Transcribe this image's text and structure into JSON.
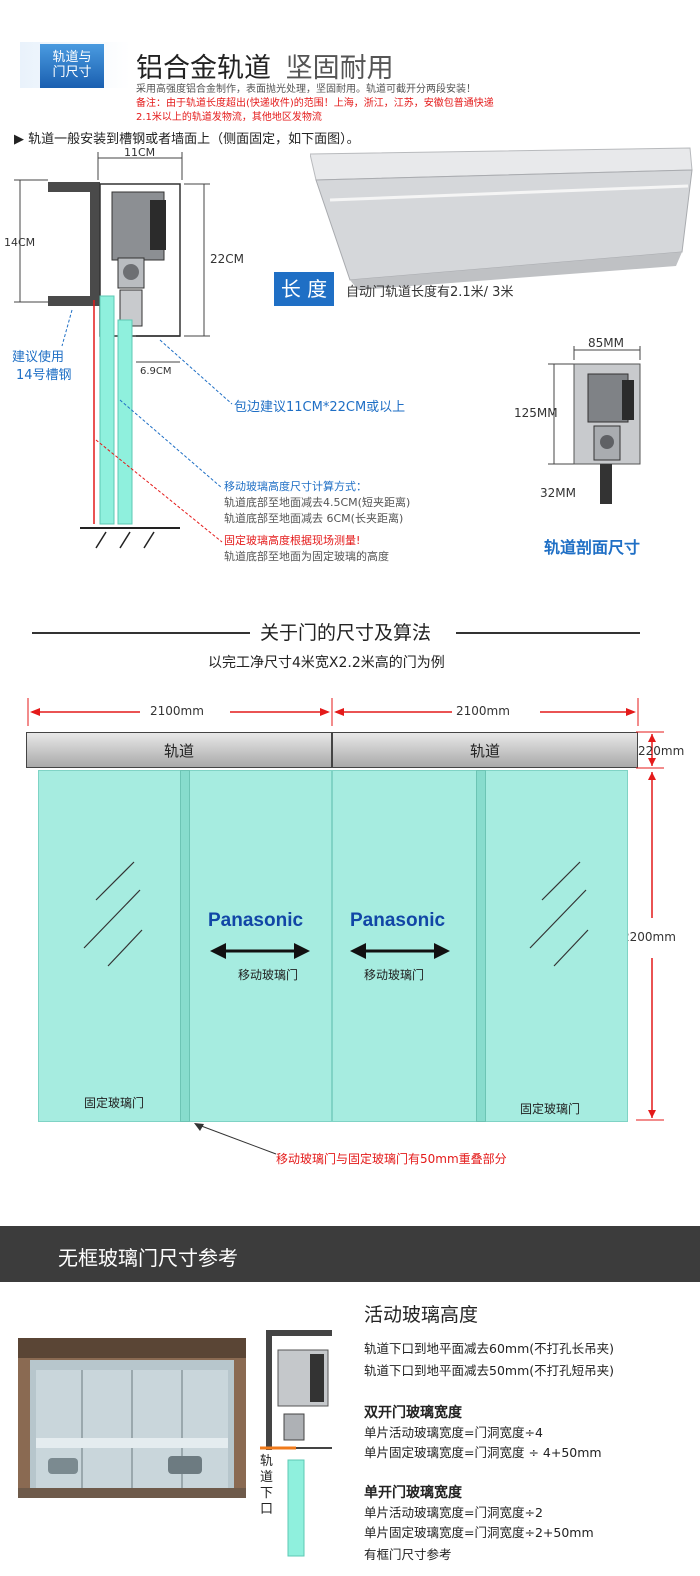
{
  "header": {
    "badge_line1": "轨道与",
    "badge_line2": "门尺寸",
    "title_main": "铝合金轨道",
    "title_sub": "坚固耐用",
    "desc1": "采用高强度铝合金制作，表面抛光处理，坚固耐用。轨道可截开分两段安装！",
    "note_line1": "备注：由于轨道长度超出(快递收件)的范围！上海，浙江，江苏，安徽包普通快递",
    "note_line2": "2.1米以上的轨道发物流，其他地区发物流"
  },
  "install": {
    "instruction": "▶ 轨道一般安装到槽钢或者墙面上（侧面固定，如下面图）。",
    "dim_11cm": "11CM",
    "dim_14cm": "14CM",
    "dim_22cm": "22CM",
    "dim_69cm": "6.9CM",
    "channel_line1": "建议使用",
    "channel_line2": "14号槽钢",
    "wrap_note": "包边建议11CM*22CM或以上",
    "moving_title": "移动玻璃高度尺寸计算方式：",
    "moving_line1": "轨道底部至地面减去4.5CM(短夹距离)",
    "moving_line2": "轨道底部至地面减去 6CM(长夹距离)",
    "fixed_title": "固定玻璃高度根据现场测量!",
    "fixed_line1": "轨道底部至地面为固定玻璃的高度"
  },
  "length": {
    "badge": "长 度",
    "text": "自动门轨道长度有2.1米/ 3米"
  },
  "section_dims": {
    "w85": "85MM",
    "h125": "125MM",
    "h32": "32MM",
    "caption": "轨道剖面尺寸"
  },
  "door_section": {
    "title": "关于门的尺寸及算法",
    "subtitle": "以完工净尺寸4米宽X2.2米高的门为例",
    "left_width": "2100mm",
    "right_width": "2100mm",
    "track_left": "轨道",
    "track_right": "轨道",
    "track_height": "220mm",
    "door_height": "2200mm",
    "brand_left": "Panasonic",
    "brand_right": "Panasonic",
    "moving_left": "移动玻璃门",
    "moving_right": "移动玻璃门",
    "fixed_left": "固定玻璃门",
    "fixed_right": "固定玻璃门",
    "overlap_note": "移动玻璃门与固定玻璃门有50mm重叠部分"
  },
  "frameless": {
    "banner": "无框玻璃门尺寸参考",
    "h_title": "活动玻璃高度",
    "h_line1": "轨道下口到地平面减去60mm(不打孔长吊夹)",
    "h_line2": "轨道下口到地平面减去50mm(不打孔短吊夹)",
    "double_title": "双开门玻璃宽度",
    "double_line1": "单片活动玻璃宽度=门洞宽度÷4",
    "double_line2": "单片固定玻璃宽度=门洞宽度 ÷ 4+50mm",
    "single_title": "单开门玻璃宽度",
    "single_line1": "单片活动玻璃宽度=门洞宽度÷2",
    "single_line2": "单片固定玻璃宽度=门洞宽度÷2+50mm",
    "framed_ref": "有框门尺寸参考",
    "vertical_label": "轨道下口"
  },
  "colors": {
    "accent_blue": "#1f6fc5",
    "alert_red": "#e41a1a",
    "glass": "#a6ece0",
    "banner_bg": "#3c3c3c"
  }
}
